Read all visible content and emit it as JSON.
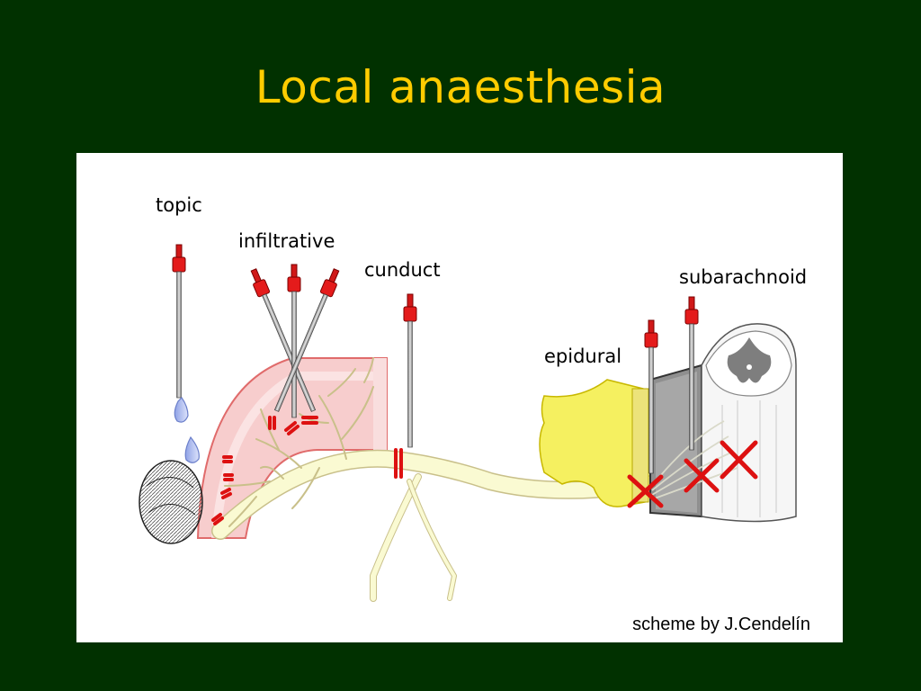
{
  "title": "Local anaesthesia",
  "labels": {
    "topic": "topic",
    "infiltrative": "infiltrative",
    "conduct": "cunduct",
    "epidural": "epidural",
    "subarachnoid": "subarachnoid"
  },
  "credit": "scheme by J.Cendelín",
  "colors": {
    "background": "#013100",
    "title": "#ffcc00",
    "needle_hub": "#d01818",
    "nerve": "#fafad2",
    "skin": "#f5c9c9",
    "vertebra": "#f5f060",
    "block_mark": "#dd1111"
  }
}
